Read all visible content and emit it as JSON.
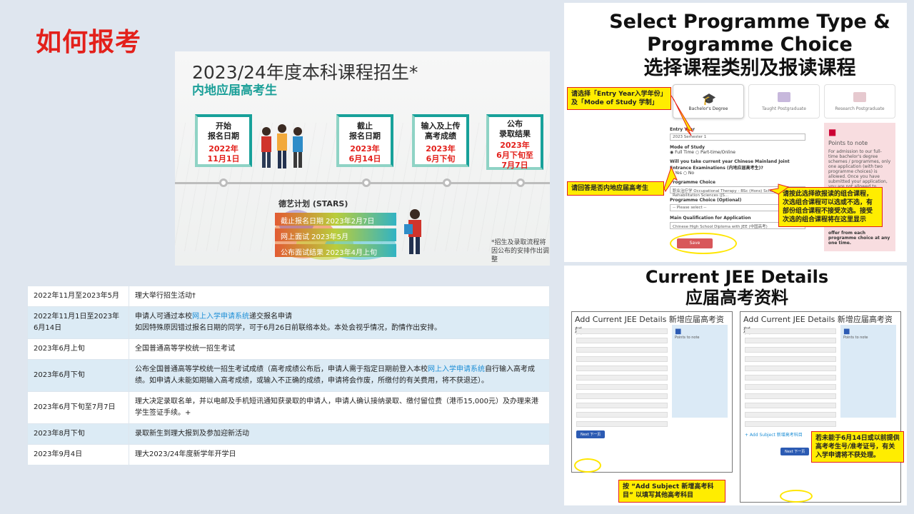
{
  "page_title": "如何报考",
  "banner": {
    "title": "2023/24年度本科课程招生*",
    "subtitle": "内地应届高考生",
    "milestones": [
      {
        "label1": "开始",
        "label2": "报名日期",
        "date1": "2022年",
        "date2": "11月1日"
      },
      {
        "label1": "截止",
        "label2": "报名日期",
        "date1": "2023年",
        "date2": "6月14日"
      },
      {
        "label1": "输入及上传",
        "label2": "高考成绩",
        "date1": "2023年",
        "date2": "6月下旬"
      },
      {
        "label1": "公布",
        "label2": "录取结果",
        "date1": "2023年",
        "date2": "6月下旬至",
        "date3": "7月7日"
      }
    ],
    "stars_title": "德艺计划 (STARS)",
    "stars_rows": [
      "截止报名日期 2023年2月7日",
      "网上面试      2023年5月",
      "公布面试结果 2023年4月上旬"
    ],
    "note": "*招生及录取流程将因公布的安排作出调整"
  },
  "schedule": [
    {
      "date": "2022年11月至2023年5月",
      "text": "理大举行招生活动†"
    },
    {
      "date": "2022年11月1日至2023年6月14日",
      "text_pre": "申请人可通过本校",
      "link": "网上入学申请系统",
      "text_post": "递交报名申请",
      "text2": "如因特殊原因错过报名日期的同学，可于6月26日前联络本处。本处会视乎情况，酌情作出安排。"
    },
    {
      "date": "2023年6月上旬",
      "text": "全国普通高等学校统一招生考试"
    },
    {
      "date": "2023年6月下旬",
      "text_pre": "公布全国普通高等学校统一招生考试成绩（高考成绩公布后，申请人需于指定日期前登入本校",
      "link": "网上入学申请系统",
      "text_post": "自行输入高考成绩。如申请人未能如期输入高考成绩，或输入不正确的成绩，申请将会作废，所缴付的有关费用，将不获退还）。"
    },
    {
      "date": "2023年6月下旬至7月7日",
      "text": "理大决定录取名单，并以电邮及手机短讯通知获录取的申请人，申请人确认接纳录取、缴付留位费（港币15,000元）及办理来港学生签证手续。+"
    },
    {
      "date": "2023年8月下旬",
      "text": "录取新生到理大报到及参加迎新活动"
    },
    {
      "date": "2023年9月4日",
      "text": "理大2023/24年度新学年开学日"
    }
  ],
  "panel1": {
    "title1": "Select Programme Type &",
    "title2": "Programme Choice",
    "title3": "选择课程类别及报读课程",
    "tabs": [
      "Bachelor's Degree",
      "Taught Postgraduate",
      "Research Postgraduate"
    ],
    "entry_year_label": "Entry Year",
    "entry_year_value": "2023 Semester 1",
    "mode_label": "Mode of Study",
    "mode_options": "◉ Full Time   ○ Part-time/Online",
    "jee_question": "Will you take current year Chinese Mainland Joint Entrance Examinations (内地应届高考生)?",
    "jee_options": "◉ Yes   ○ No",
    "choice_label": "Programme Choice",
    "choice_value": "职业治疗学 Occupational Therapy - BSc (Hons) Scheme in Rehabilitation Sciences (JS...",
    "choice2_label": "Programme Choice (Optional)",
    "choice2_value": "-- Please select --",
    "qual_label": "Main Qualification for Application",
    "qual_value": "Chinese High School Diploma with JEE (中国高考)",
    "save": "Save",
    "points_title": "Points to note",
    "points_text": "For admission to our full-time bachelor's degree schemes / programmes, only one application (with two programme choices) is allowed. Once you have submitted your application, you are not allowed to ...",
    "callout1": "请选择「Entry Year入学年份」及「Mode of Study 学制」",
    "callout2": "请回答是否内地应届高考生",
    "callout3": "请按此选择欲报读的组合课程，次选组合课程可以选或不选，有部份组合课程不接受次选。接受次选的组合课程将在这里显示",
    "points_tail": "offer from each programme choice at any one time."
  },
  "panel2": {
    "title1": "Current JEE Details",
    "title2": "应届高考资料",
    "form_title": "Add Current JEE Details 新增应届高考资料",
    "points_title": "Points to note",
    "next": "Next 下一页",
    "add_subject": "+ Add Subject 新增高考科目",
    "callout1": "若未能于6月14日或以前提供高考考生号/准考证号，有关入学申请将不获处理。",
    "callout2": "按 “Add Subject 新增高考科目” 以填写其他高考科目"
  },
  "colors": {
    "accent_red": "#e3201b",
    "teal": "#18a19a",
    "callout_yellow": "#ffed00",
    "link_blue": "#1e8fd6"
  }
}
